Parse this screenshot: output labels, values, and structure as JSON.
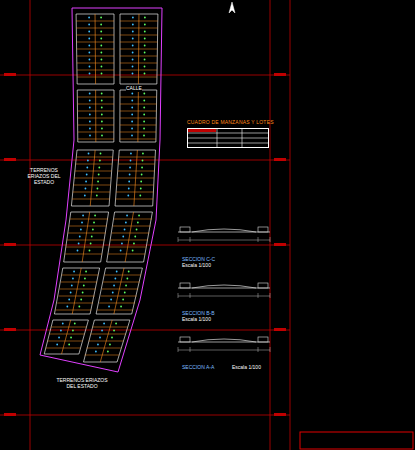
{
  "diagram": {
    "nodes": [
      {
        "text": [
          "CUADRO DE MANZANAS Y LOTES"
        ]
      }
    ],
    "labels": [
      "TERRENOS ERIAZOS DEL ESTADO",
      "TERRENOS ERIAZOS DEL ESTADO",
      "CALLE",
      "SECCION C-C",
      "Escala 1/100",
      "SECCION B-B",
      "Escala 1/100",
      "SECCION A-A",
      "Escala 1/100"
    ]
  }
}
